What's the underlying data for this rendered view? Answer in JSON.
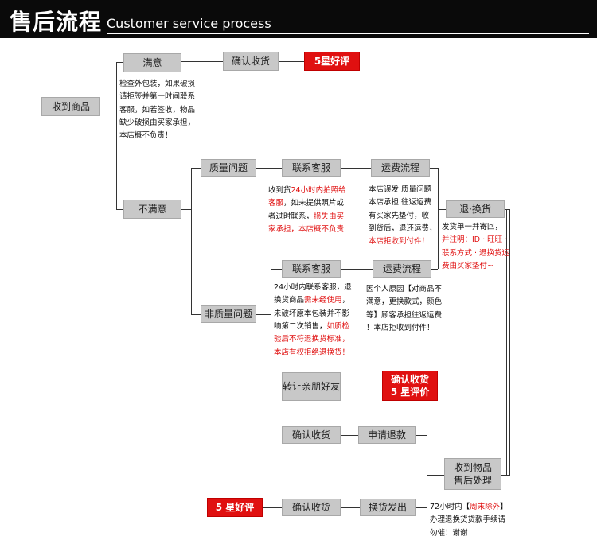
{
  "header": {
    "title_zh": "售后流程",
    "title_en": "Customer service process"
  },
  "nodes": {
    "receive": "收到商品",
    "satisfied": "满意",
    "confirm_receipt_1": "确认收货",
    "five_star_1": "5星好评",
    "unsatisfied": "不满意",
    "quality_issue": "质量问题",
    "contact_cs_1": "联系客服",
    "shipping_process_1": "运费流程",
    "return_exchange": "退·换货",
    "non_quality_issue": "非质量问题",
    "contact_cs_2": "联系客服",
    "shipping_process_2": "运费流程",
    "gift_friend": "转让亲朋好友",
    "confirm_five_star_line1": "确认收货",
    "confirm_five_star_line2": "5 星评价",
    "confirm_receipt_2": "确认收货",
    "apply_refund": "申请退款",
    "received_line1": "收到物品",
    "received_line2": "售后处理",
    "five_star_2": "5 星好评",
    "confirm_receipt_3": "确认收货",
    "exchange_ship": "换货发出"
  },
  "notes": {
    "inspect": "检查外包装，如果破损\n请拒签并第一时间联系\n客服，如若签收，物品\n缺少破损由买家承担，\n本店概不负责！",
    "quality_a": "收到货",
    "quality_b": "24小时内拍照给",
    "quality_c": "客服",
    "quality_d": "，如未提供照片或\n者过时联系，",
    "quality_e": "损失由买\n家承担，本店概不负责",
    "shipping_a": "本店误发·质量问题\n本店承担 往返运费\n有买家先垫付，收\n到货后，退还运费，\n",
    "shipping_b": "本店拒收到付件！",
    "return_a": "发货单一并寄回，\n",
    "return_b": "并注明：ID · 旺旺 ·\n联系方式 · 退换货运\n费由买家垫付~",
    "nonq_a": "24小时内联系客服，退\n换货商品",
    "nonq_b": "需未经使用",
    "nonq_c": "，\n未破坏原本包装并不影\n响第二次销售，",
    "nonq_d": "如质检\n验后不符退换货标准，\n本店有权拒绝退换货！",
    "personal": "因个人原因【对商品不\n满意，更换款式，颜色\n等】顾客承担往返运费\n！本店拒收到付件！",
    "time_a": "72小时内【",
    "time_b": "周末除外",
    "time_c": "】\n办理退换货货款手续请\n勿催！谢谢"
  }
}
